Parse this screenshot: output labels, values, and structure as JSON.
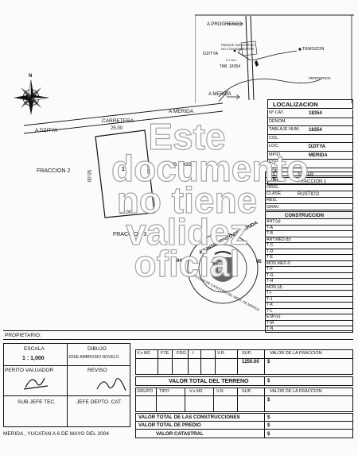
{
  "location_map": {
    "label_progreso": "A PROGRESO",
    "label_park_1": "PARQUE INDUSTRIAS",
    "label_park_2": "NO CONTAMINANTES",
    "label_temozon": "TEMOZON",
    "label_dzitya": "DZITYA",
    "label_distance": "2.2 Km",
    "label_tab": "TAB. 18354",
    "label_periferico": "PERIFERICO",
    "label_merida": "A MERIDA"
  },
  "compass": {
    "north": "N",
    "icon": "compass-rose-icon"
  },
  "plan": {
    "road_left": "A DZITYA",
    "road_name": "CARRETERA",
    "road_right": "A MERIDA",
    "dim_top": "25.00",
    "dim_bottom": "25.00",
    "dim_left": "50.00",
    "dim_right": "50.00",
    "lot_number": "1",
    "fraccion_2": "FRACCION 2",
    "fraccion_3": "FRACCION 3",
    "tab_ref": "TAB. 18351"
  },
  "seal": {
    "top_text": "AYUNTAMIENTO DE MERIDA",
    "bottom_text": "DIRECCION DE CATASTRO DEL MPIO. DE MERIDA",
    "left_num": "04",
    "right_num": "45"
  },
  "watermark": [
    "Este",
    "documento",
    "no tiene",
    "validez",
    "oficial"
  ],
  "localizacion": {
    "title": "LOCALIZACION",
    "rows": [
      {
        "label": "Nº CAT.",
        "value": "18354"
      },
      {
        "label": "DENOM.",
        "value": ""
      },
      {
        "label": "TABLAJE NUM.",
        "value": "18354"
      },
      {
        "label": "COL.",
        "value": ""
      },
      {
        "label": "LOC.",
        "value": "DZITYA"
      },
      {
        "label": "MPIO.",
        "value": "MERIDA"
      },
      {
        "label": "FOLIO",
        "value": ""
      },
      {
        "label": "TOMO",
        "value": ""
      },
      {
        "label": "LIB.",
        "value": ""
      }
    ],
    "rows2": [
      {
        "label": "DEST",
        "value": "SOLAR"
      },
      {
        "label": "CAMB.",
        "value": "FRACCION 1"
      },
      {
        "label": "ORIG.",
        "value": ""
      },
      {
        "label": "CLASE",
        "value": "RUSTICO"
      },
      {
        "label": "REG.",
        "value": ""
      },
      {
        "label": "GRAV.",
        "value": ""
      }
    ]
  },
  "construccion": {
    "title": "CONSTRUCCION",
    "rows": [
      "ANT.(a)",
      "T-A",
      "T-B",
      "ANT.MED.(b)",
      "T-C",
      "T-D",
      "T-E",
      "MOD.MED.©",
      "T-F",
      "T-G",
      "T-H",
      "MOD.(d)",
      "T-I",
      "T-J",
      "T-K",
      "T-L",
      "ESP.(e)",
      "T-M",
      "T-N"
    ]
  },
  "propietario_label": "PROPIETARIO:",
  "signatures": {
    "escala_label": "ESCALA",
    "escala_value": "1 : 1,000",
    "dibujo_label": "DIBUJO",
    "dibujo_value": "JOSE AMBROSIO NOVELO",
    "perito_label": "PERITO VALUADOR",
    "reviso_label": "REVISO",
    "subjefe_label": "SUB-JEFE TEC.",
    "jefe_label": "JEFE DEPTO. CAT."
  },
  "terreno": {
    "headers": [
      "V.x M2",
      "FTE.",
      "FDO.",
      "I",
      "V.R.",
      "SUP.",
      "VALOR DE LA FRACCION"
    ],
    "sup_value": "1250.00",
    "dollar": "$",
    "total_label": "VALOR TOTAL DEL TERRENO",
    "total_value": "$"
  },
  "construcciones": {
    "headers": [
      "GRUPO",
      "TIPO",
      "V.x M2",
      "V.R.",
      "SUP.",
      "VALOR DE LA FRACCION"
    ],
    "dollar": "$"
  },
  "totals": [
    {
      "label": "VALOR TOTAL DE LAS CONSTRUCCIONES",
      "value": "$"
    },
    {
      "label": "VALOR TOTAL DE PREDIO",
      "value": "$"
    },
    {
      "label": "VALOR CATASTRAL",
      "value": "$"
    }
  ],
  "footer_date": "MERIDA , YUCATAN  A  6  DE MAYO  DEL 2004"
}
